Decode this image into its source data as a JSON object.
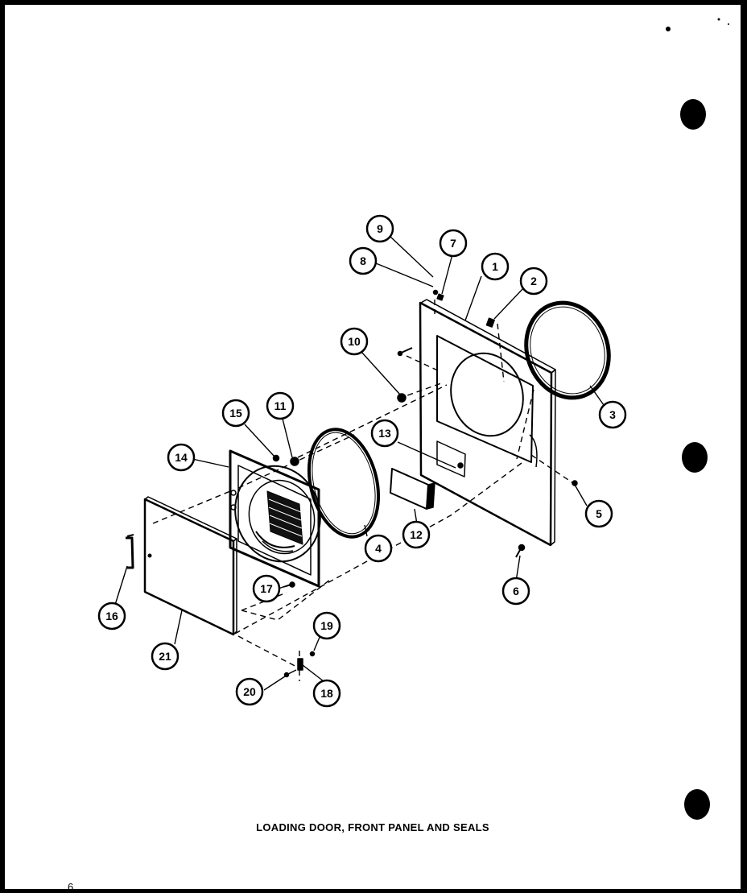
{
  "caption": "LOADING DOOR, FRONT PANEL AND SEALS",
  "page_number": "6",
  "callouts": [
    "1",
    "2",
    "3",
    "4",
    "5",
    "6",
    "7",
    "8",
    "9",
    "10",
    "11",
    "12",
    "13",
    "14",
    "15",
    "16",
    "17",
    "18",
    "19",
    "20",
    "21"
  ]
}
